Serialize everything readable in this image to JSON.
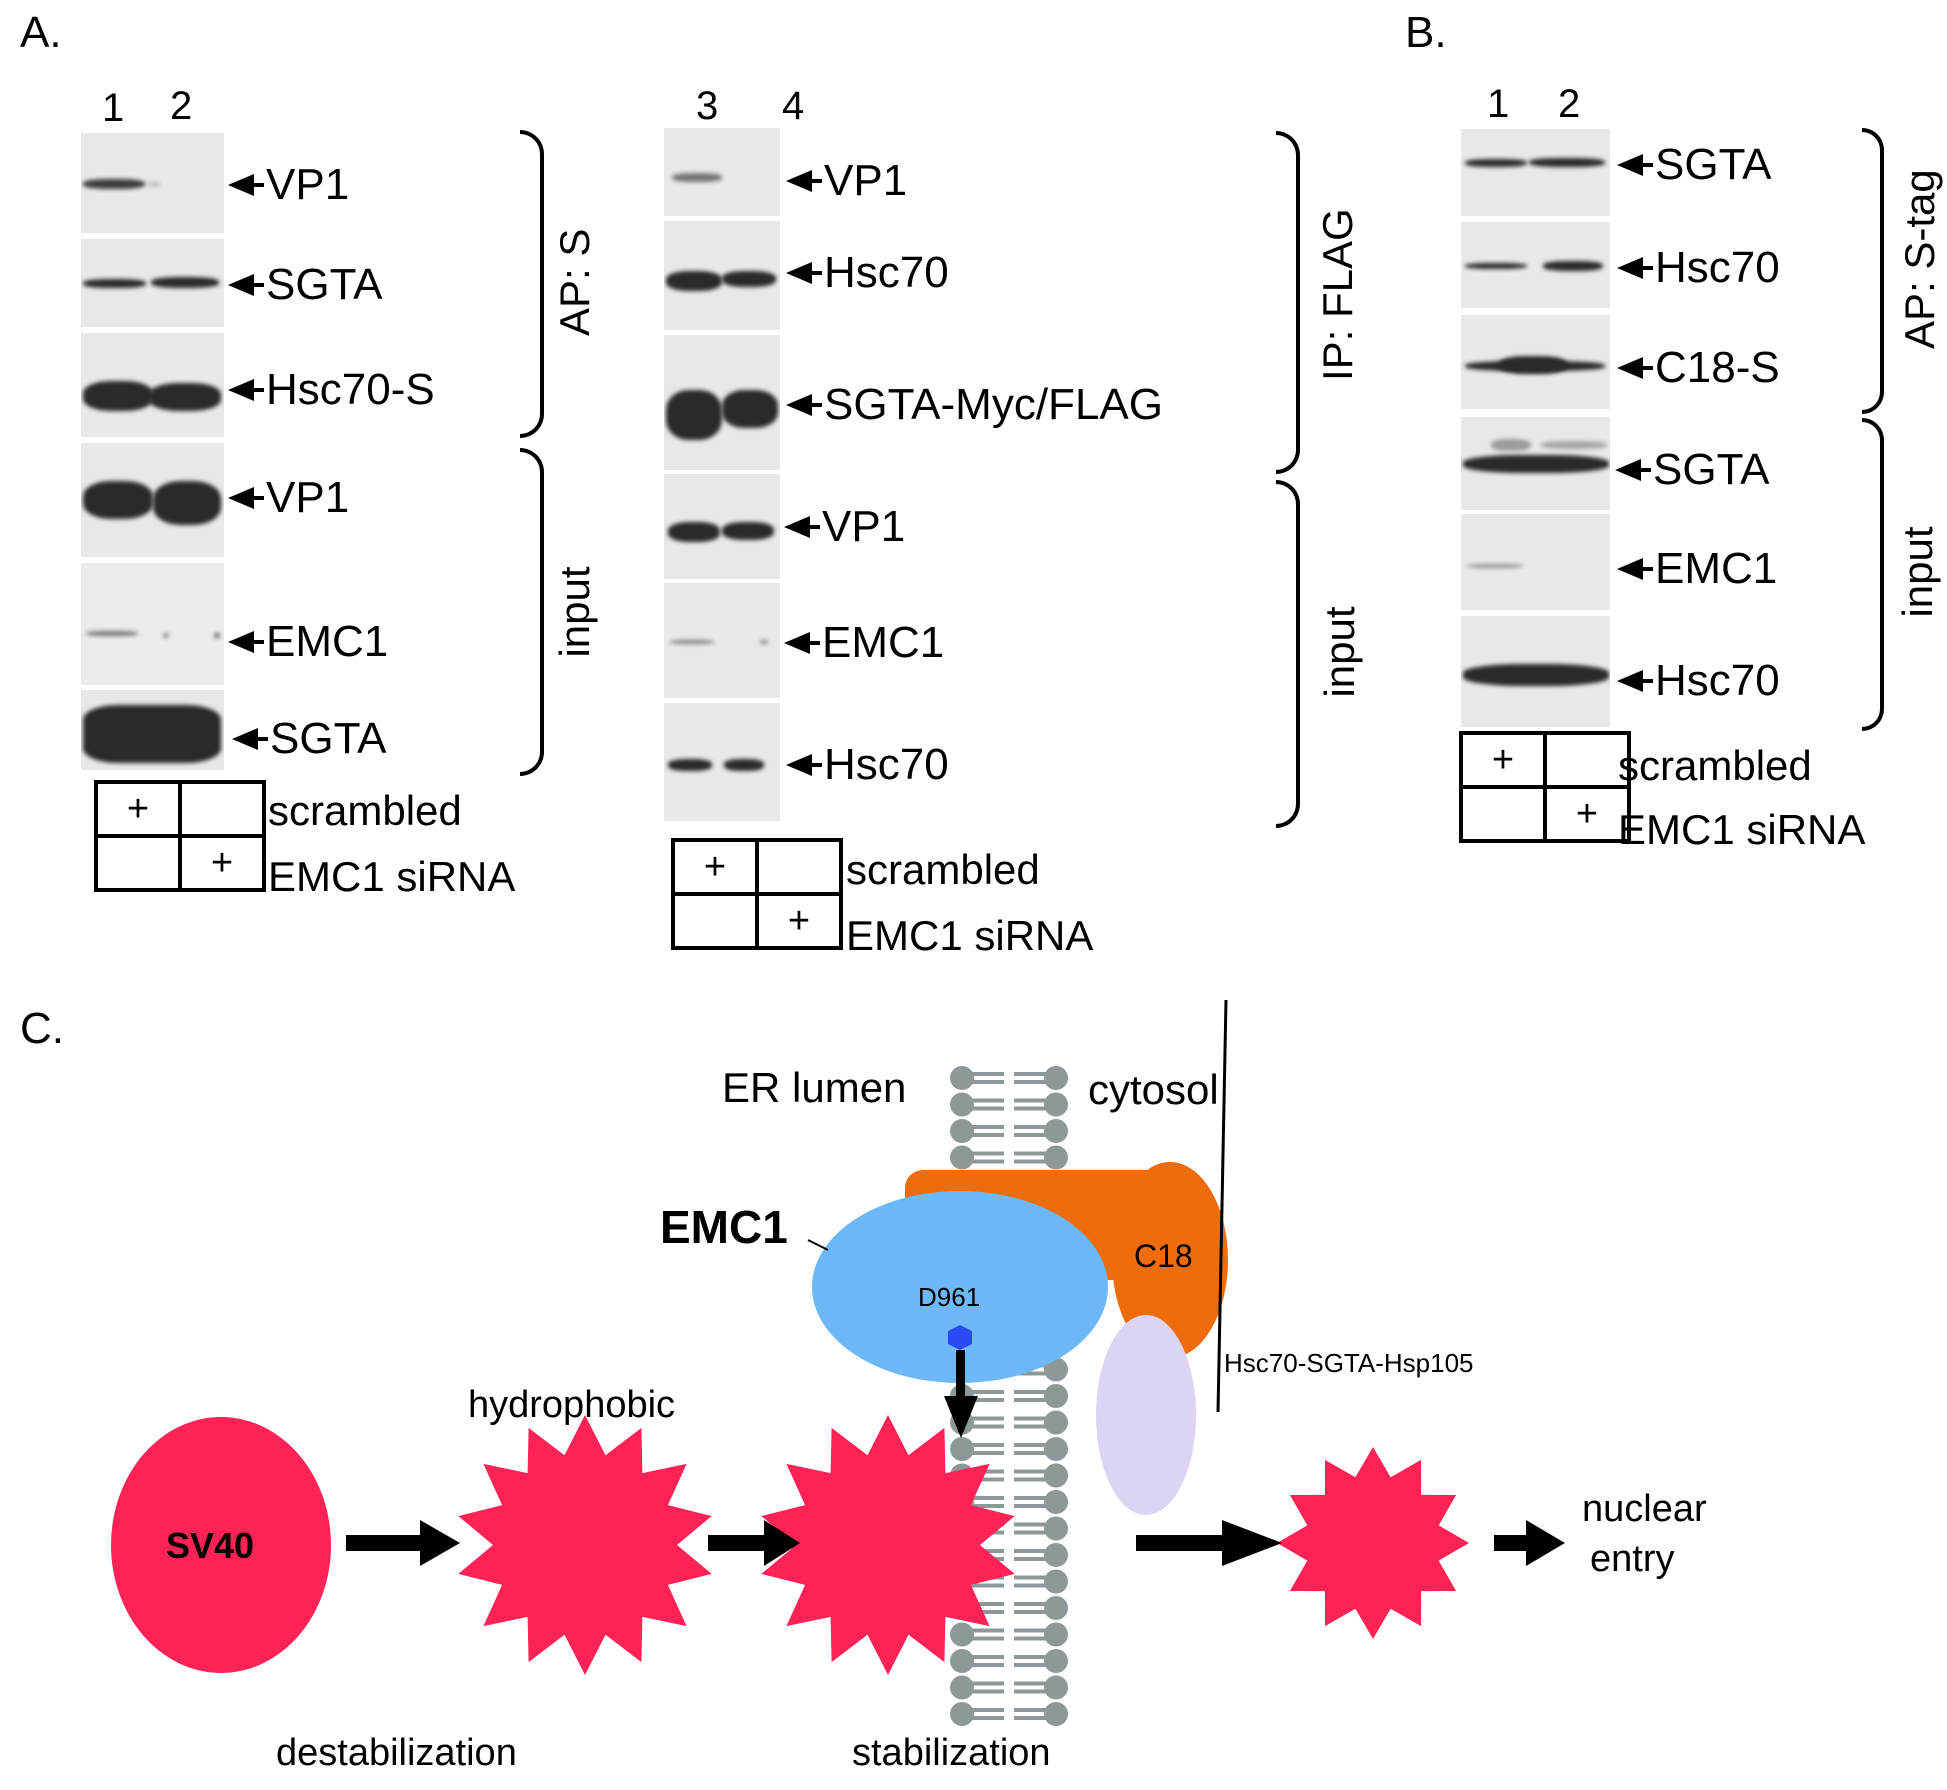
{
  "panels": {
    "A": {
      "letter": "A.",
      "left": {
        "lanes": [
          "1",
          "2"
        ],
        "blots": [
          {
            "label": "VP1",
            "group": "AP: S"
          },
          {
            "label": "SGTA",
            "group": "AP: S"
          },
          {
            "label": "Hsc70-S",
            "group": "AP: S"
          },
          {
            "label": "VP1",
            "group": "input"
          },
          {
            "label": "EMC1",
            "group": "input"
          },
          {
            "label": "SGTA",
            "group": "input"
          }
        ],
        "groups": [
          "AP: S",
          "input"
        ],
        "treatment": {
          "rows": [
            {
              "label": "scrambled",
              "cells": [
                "+",
                ""
              ]
            },
            {
              "label": "EMC1 siRNA",
              "cells": [
                "",
                "+"
              ]
            }
          ]
        }
      },
      "right": {
        "lanes": [
          "3",
          "4"
        ],
        "blots": [
          {
            "label": "VP1",
            "group": "IP: FLAG"
          },
          {
            "label": "Hsc70",
            "group": "IP: FLAG"
          },
          {
            "label": "SGTA-Myc/FLAG",
            "group": "IP: FLAG"
          },
          {
            "label": "VP1",
            "group": "input"
          },
          {
            "label": "EMC1",
            "group": "input"
          },
          {
            "label": "Hsc70",
            "group": "input"
          }
        ],
        "groups": [
          "IP: FLAG",
          "input"
        ],
        "treatment": {
          "rows": [
            {
              "label": "scrambled",
              "cells": [
                "+",
                ""
              ]
            },
            {
              "label": "EMC1 siRNA",
              "cells": [
                "",
                "+"
              ]
            }
          ]
        }
      }
    },
    "B": {
      "letter": "B.",
      "lanes": [
        "1",
        "2"
      ],
      "blots": [
        {
          "label": "SGTA",
          "group": "AP: S-tag"
        },
        {
          "label": "Hsc70",
          "group": "AP: S-tag"
        },
        {
          "label": "C18-S",
          "group": "AP: S-tag"
        },
        {
          "label": "SGTA",
          "group": "input"
        },
        {
          "label": "EMC1",
          "group": "input"
        },
        {
          "label": "Hsc70",
          "group": "input"
        }
      ],
      "groups": [
        "AP: S-tag",
        "input"
      ],
      "treatment": {
        "rows": [
          {
            "label": "scrambled",
            "cells": [
              "+",
              ""
            ]
          },
          {
            "label": "EMC1 siRNA",
            "cells": [
              "",
              "+"
            ]
          }
        ]
      }
    },
    "C": {
      "letter": "C.",
      "er_lumen": "ER lumen",
      "cytosol": "cytosol",
      "emc1": "EMC1",
      "c18": "C18",
      "d961": "D961",
      "chaperone": "Hsc70-SGTA-Hsp105",
      "sv40": "SV40",
      "hydrophobic": "hydrophobic",
      "destabilization": "destabilization",
      "stabilization": "stabilization",
      "nuclear_entry_1": "nuclear",
      "nuclear_entry_2": "entry",
      "colors": {
        "virus": "#ff2255",
        "emc1": "#6cb8f8",
        "c18": "#ee6c0a",
        "chaperone": "#dcd4f2",
        "membrane": "#8f9898",
        "d961": "#2a4af5"
      }
    }
  }
}
